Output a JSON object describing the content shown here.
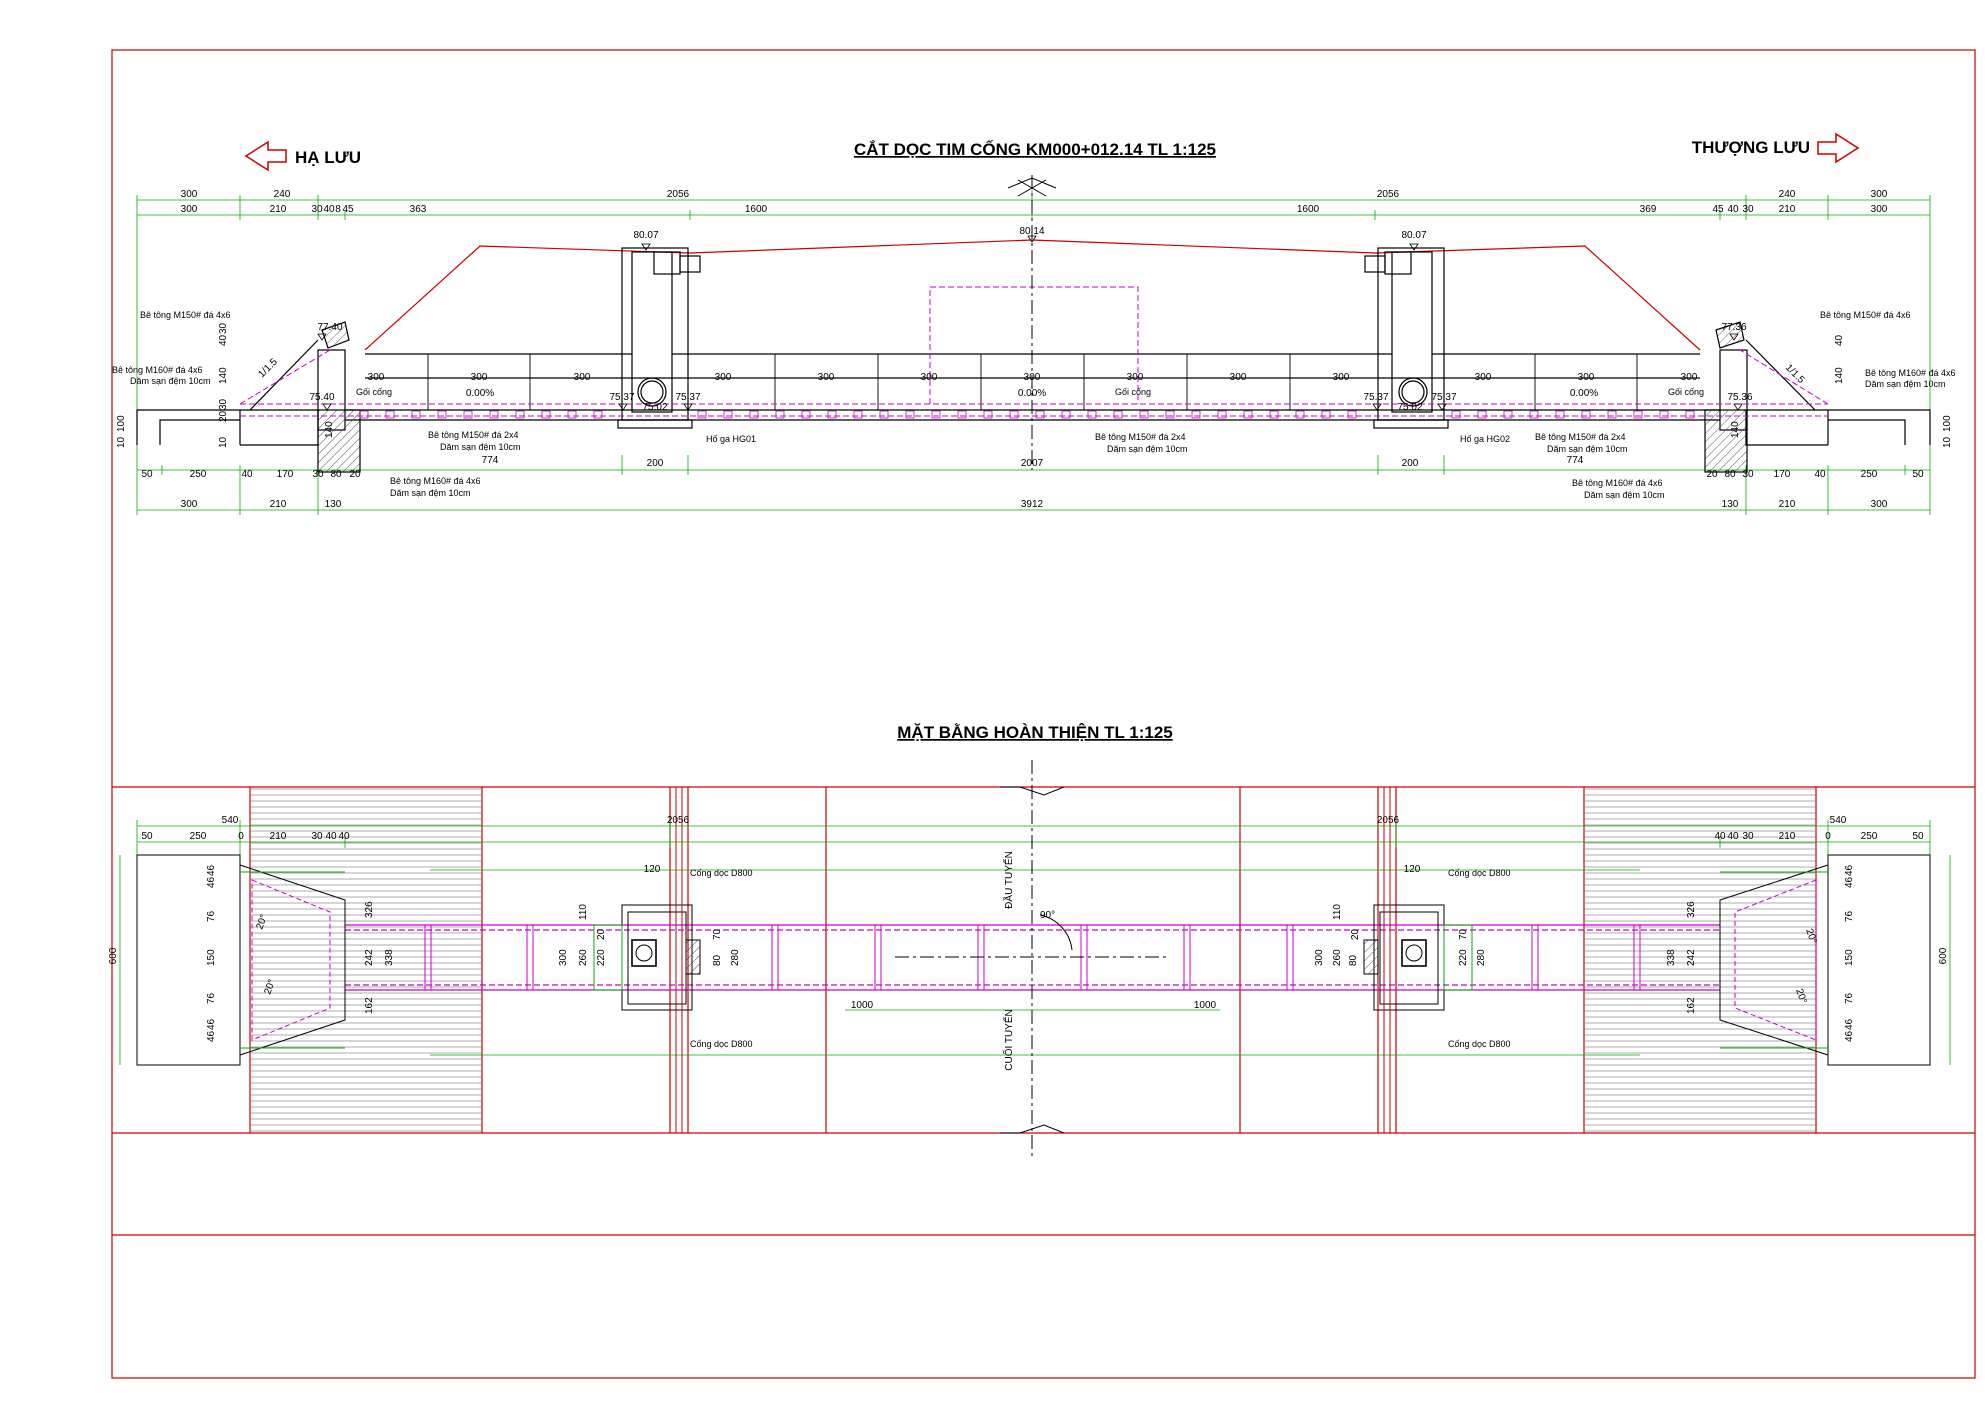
{
  "drawing": {
    "section_title": "CẮT DỌC TIM CỐNG KM000+012.14 TL 1:125",
    "plan_title": "MẶT BẰNG HOÀN THIỆN TL 1:125",
    "downstream_label": "HẠ LƯU",
    "upstream_label": "THƯỢNG LƯU",
    "route_start_label": "ĐẦU TUYẾN",
    "route_end_label": "CUỐI TUYẾN",
    "angle_label": "90°",
    "colors": {
      "frame": "#cc0000",
      "line": "#000000",
      "dim": "#00b000",
      "hidden": "#cc00cc",
      "terrain": "#cc0000"
    }
  },
  "elevations": {
    "top_center": "80.14",
    "top_left": "80.07",
    "top_right": "80.07",
    "left_wing": "77.40",
    "right_wing": "77.36",
    "left_inlet": "75.40",
    "right_inlet": "75.36",
    "hg01_left": "75.37",
    "hg01_bottom": "75.02",
    "hg01_right": "75.37",
    "hg02_left": "75.37",
    "hg02_bottom": "75.02",
    "hg02_right": "75.37"
  },
  "section_labels": {
    "slope": "0.00%",
    "slope_ratio": "1/1.5",
    "pipe_bed": "Gối cống",
    "manhole_1": "Hố ga HG01",
    "manhole_2": "Hố ga HG02",
    "concrete_m150_4x6": "Bê tông M150# đá 4x6",
    "concrete_m160_4x6": "Bê tông M160# đá 4x6",
    "concrete_m150_2x4": "Bê tông M150# đá 2x4",
    "gravel_cushion": "Dăm sạn đệm 10cm"
  },
  "section_dims": {
    "top_row": [
      "300",
      "240",
      "2056",
      "2056",
      "240",
      "300"
    ],
    "row2": [
      "300",
      "210",
      "30",
      "40",
      "8",
      "45",
      "363",
      "1600",
      "1600",
      "369",
      "45",
      "40",
      "30",
      "210",
      "300"
    ],
    "segments": [
      "300",
      "300",
      "300",
      "300",
      "300",
      "300",
      "300",
      "300",
      "300",
      "300",
      "300",
      "300",
      "300",
      "300"
    ],
    "bottom_row1": [
      "50",
      "250",
      "40",
      "170",
      "30",
      "80",
      "20",
      "200",
      "2007",
      "200",
      "20",
      "80",
      "30",
      "170",
      "40",
      "250",
      "50"
    ],
    "bottom_row2": [
      "300",
      "210",
      "130",
      "3912",
      "130",
      "210",
      "300"
    ],
    "span_774": "774",
    "side_vertical": [
      "40",
      "30",
      "140",
      "10",
      "100",
      "10",
      "30",
      "20",
      "140"
    ]
  },
  "plan_labels": {
    "pipe_d800": "Cống dọc D800",
    "top_dims_left": [
      "540",
      "50",
      "250",
      "0",
      "210",
      "30",
      "40",
      "40"
    ],
    "top_dims_right": [
      "540",
      "40",
      "40",
      "30",
      "210",
      "0",
      "250",
      "50"
    ],
    "center_2056": "2056",
    "width_600": "600",
    "mid_1000": "1000",
    "left_vertical": [
      "46",
      "46",
      "76",
      "150",
      "76",
      "46",
      "46"
    ],
    "left_inner": [
      "326",
      "242",
      "338",
      "162"
    ],
    "manhole_dims": [
      "110",
      "20",
      "300",
      "260",
      "220",
      "70",
      "80",
      "120",
      "280"
    ],
    "angle_20": "20°"
  }
}
